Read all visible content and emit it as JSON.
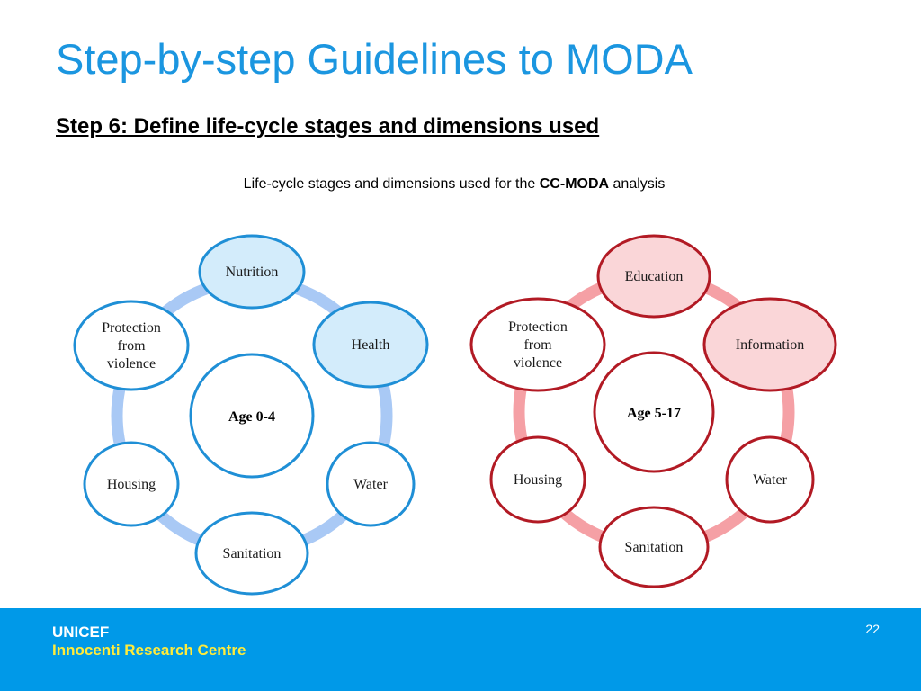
{
  "slide": {
    "title": "Step-by-step Guidelines to MODA",
    "subtitle": "Step 6: Define life-cycle stages and dimensions used",
    "caption_prefix": "Life-cycle stages and dimensions used for the ",
    "caption_bold": "CC-MODA",
    "caption_suffix": " analysis"
  },
  "diagrams": [
    {
      "center": "Age 0-4",
      "ring_color": "#a9c9f5",
      "stroke_color": "#1f8fd6",
      "fill_color": "#d3ecfb",
      "nodes": [
        {
          "lines": [
            "Nutrition"
          ],
          "highlight": true
        },
        {
          "lines": [
            "Health"
          ],
          "highlight": true
        },
        {
          "lines": [
            "Water"
          ],
          "highlight": false
        },
        {
          "lines": [
            "Sanitation"
          ],
          "highlight": false
        },
        {
          "lines": [
            "Housing"
          ],
          "highlight": false
        },
        {
          "lines": [
            "Protection",
            "from",
            "violence"
          ],
          "highlight": false
        }
      ]
    },
    {
      "center": "Age 5-17",
      "ring_color": "#f5a0a5",
      "stroke_color": "#b21a24",
      "fill_color": "#fad6d8",
      "nodes": [
        {
          "lines": [
            "Education"
          ],
          "highlight": true
        },
        {
          "lines": [
            "Information"
          ],
          "highlight": true
        },
        {
          "lines": [
            "Water"
          ],
          "highlight": false
        },
        {
          "lines": [
            "Sanitation"
          ],
          "highlight": false
        },
        {
          "lines": [
            "Housing"
          ],
          "highlight": false
        },
        {
          "lines": [
            "Protection",
            "from",
            "violence"
          ],
          "highlight": false
        }
      ]
    }
  ],
  "footer": {
    "org": "UNICEF",
    "unit": "Innocenti Research Centre",
    "page_number": "22"
  }
}
